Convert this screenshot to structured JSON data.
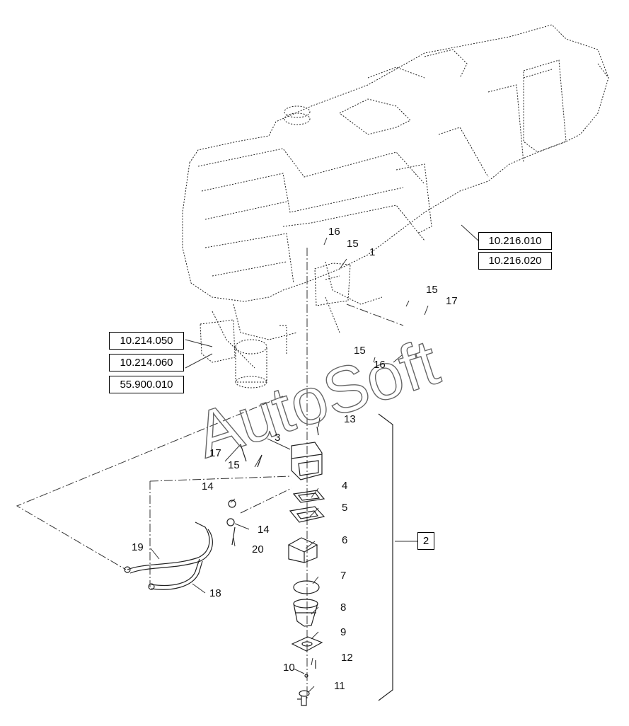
{
  "reference_boxes": [
    "10.216.010",
    "10.216.020",
    "10.214.050",
    "10.214.060",
    "55.900.010"
  ],
  "callouts": [
    "16",
    "15",
    "1",
    "15",
    "17",
    "15",
    "16",
    "13",
    "3",
    "17",
    "15",
    "4",
    "14",
    "5",
    "14",
    "20",
    "19",
    "6",
    "2",
    "7",
    "18",
    "8",
    "9",
    "10",
    "12",
    "11"
  ],
  "watermark": "AutoSoft"
}
